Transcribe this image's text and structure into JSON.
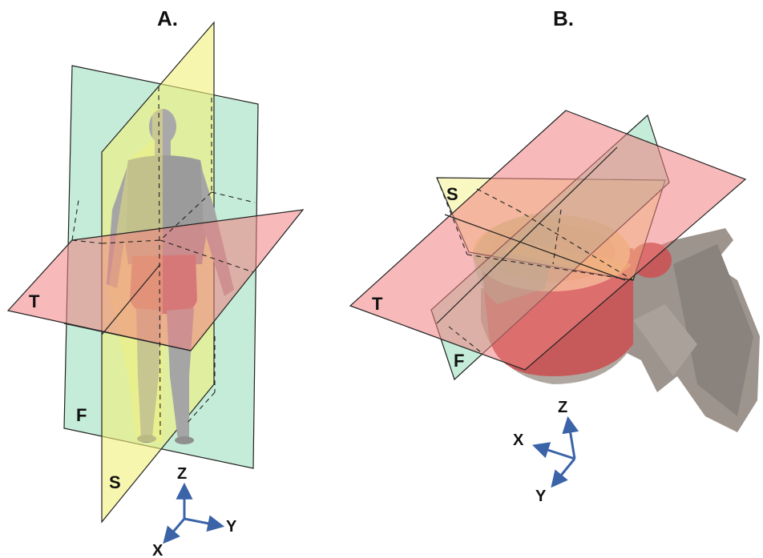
{
  "panels": {
    "a": {
      "title": "A.",
      "planes": {
        "transverse": "T",
        "frontal": "F",
        "sagittal": "S"
      },
      "axes": {
        "z": "Z",
        "y": "Y",
        "x": "X"
      }
    },
    "b": {
      "title": "B.",
      "planes": {
        "transverse": "T",
        "frontal": "F",
        "sagittal": "S"
      },
      "axes": {
        "z": "Z",
        "x": "X",
        "y": "Y"
      }
    }
  },
  "colors": {
    "transverse_plane": "#f08080",
    "frontal_plane": "#7fd4a8",
    "sagittal_plane": "#f2f07a",
    "axis_arrows": "#3a63a8",
    "body_skin": "#a9a9a9",
    "vertebra_bone": "#9c948d"
  },
  "icons": {
    "human_figure": "human-figure-back-view",
    "vertebra": "lumbar-vertebra-3d"
  }
}
